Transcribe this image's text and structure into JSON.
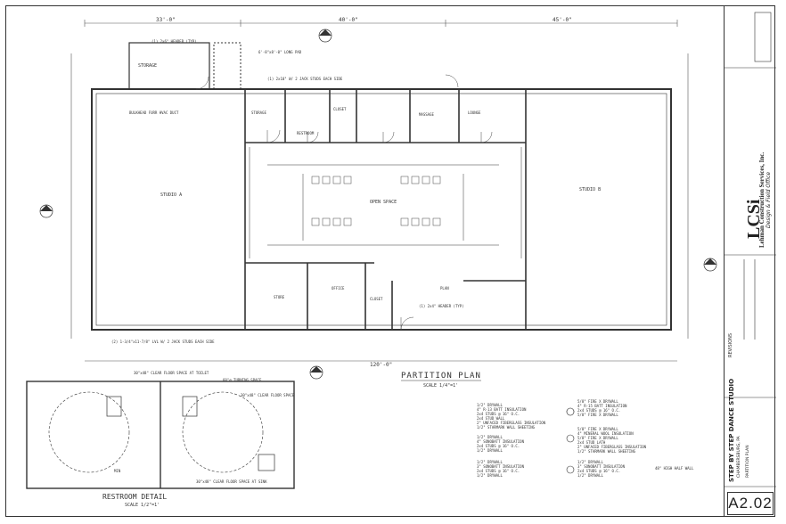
{
  "plan": {
    "title": "PARTITION PLAN",
    "scale": "SCALE 1/4\"=1'",
    "dims_top": [
      "33'-0\"",
      "40'-0\"",
      "45'-0\""
    ],
    "dims_bottom": [
      "120'-0\""
    ],
    "rooms": {
      "storage": "STORAGE",
      "studio_a": "STUDIO A",
      "studio_b": "STUDIO B",
      "open_space": "OPEN SPACE",
      "restroom": "RESTROOM",
      "closet": "CLOSET",
      "massage": "MASSAGE",
      "lounge": "LOUNGE",
      "storage2": "STORAGE",
      "office": "OFFICE",
      "store": "STORE",
      "closet2": "CLOSET",
      "plan": "PLAN"
    },
    "notes": [
      "(1) 2x6\" HEADER (TYP)",
      "6'-8\"x8'-0\" LONG PAD",
      "(1) 2x10\" W/ 2 JACK STUDS EACH SIDE",
      "BULKHEAD FURR HVAC DUCT",
      "(1) 2x4\" HEADER (TYP)",
      "(2) 1-3/4\"x11-7/8\" LVL W/ 2 JACK STUDS EACH SIDE"
    ]
  },
  "legend": {
    "a": [
      "1/2\" DRYWALL",
      "4\" R-13 BATT INSULATION",
      "2x4 STUDS @ 16\" O.C.",
      "2x4 STUD WALL",
      "2\" UNFACED FIBERGLASS INSULATION",
      "1/2\" STARMARK WALL SHEETING"
    ],
    "b": [
      "1/2\" DRYWALL",
      "4\" SONOBATT INSULATION",
      "2x4 STUDS @ 16\" O.C.",
      "1/2\" DRYWALL"
    ],
    "c": [
      "1/2\" DRYWALL",
      "3\" SONOBATT INSULATION",
      "2x4 STUDS @ 16\" O.C.",
      "1/2\" DRYWALL"
    ],
    "d": [
      "5/8\" FIRE X DRYWALL",
      "4\" R-15 BATT INSULATION",
      "2x4 STUDS @ 16\" O.C.",
      "5/8\" FIRE X DRYWALL"
    ],
    "e": [
      "5/8\" FIRE X DRYWALL",
      "4\" MINERAL WOOL INSULATION",
      "5/8\" FIRE X DRYWALL",
      "2x4 STUD LATH",
      "2\" UNFACED FIBERGLASS INSULATION",
      "1/2\" STARMARK WALL SHEETING"
    ],
    "f": [
      "1/2\" DRYWALL",
      "3\" SONOBATT INSULATION",
      "2x4 STUDS @ 16\" O.C.",
      "1/2\" DRYWALL"
    ],
    "half_wall": "48\" HIGH HALF WALL"
  },
  "detail": {
    "title": "RESTROOM DETAIL",
    "scale": "SCALE 1/2\"=1'",
    "notes": [
      "30\"x48\" CLEAR FLOOR SPACE AT TOILET",
      "60\"ø TURNING SPACE",
      "30\"x48\" CLEAR FLOOR SPACE",
      "30\"x48\" CLEAR FLOOR SPACE AT SINK"
    ],
    "min": "MIN"
  },
  "titleblock": {
    "company": "LCSi",
    "company_name": "Lehman Construction Services, Inc.",
    "tagline": "Design & Field Office",
    "revisions_title": "REVISIONS",
    "project": "STEP BY STEP DANCE STUDIO",
    "location": "CHAMBERSBURG, PA",
    "sheet_title": "PARTITION PLAN",
    "sheet_no": "A2.02"
  }
}
